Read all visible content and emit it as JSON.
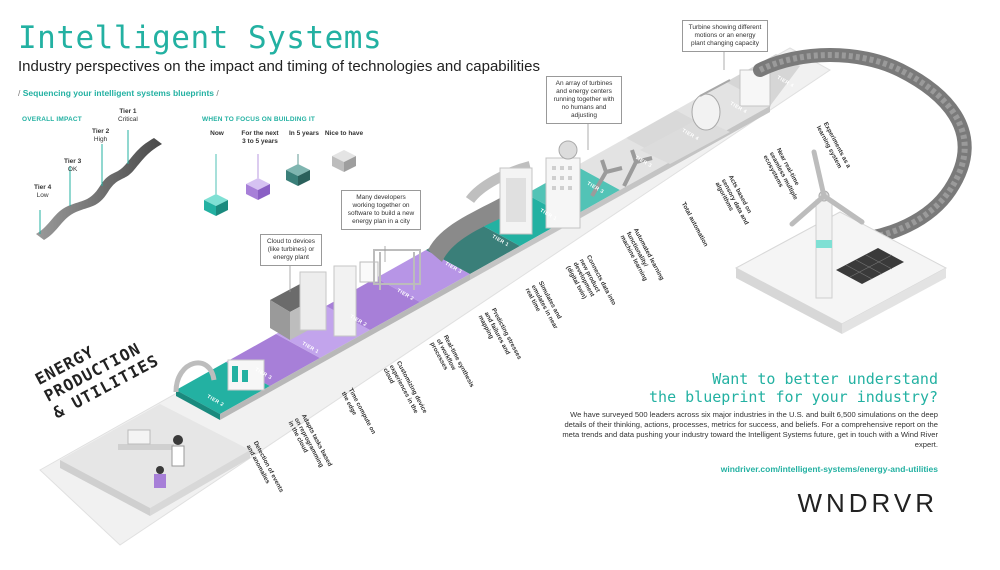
{
  "header": {
    "title": "Intelligent Systems",
    "subtitle": "Industry perspectives on the impact and timing of technologies and capabilities",
    "sequencing_prefix": "/",
    "sequencing": "Sequencing your intelligent systems blueprints",
    "sequencing_suffix": "/"
  },
  "legend": {
    "overall_impact_heading": "OVERALL IMPACT",
    "tiers": [
      {
        "name": "Tier 1",
        "desc": "Critical"
      },
      {
        "name": "Tier 2",
        "desc": "High"
      },
      {
        "name": "Tier 3",
        "desc": "OK"
      },
      {
        "name": "Tier 4",
        "desc": "Low"
      }
    ],
    "when_heading": "WHEN TO FOCUS ON BUILDING IT",
    "when": [
      {
        "label": "Now",
        "color": "#23b1a2"
      },
      {
        "label": "For the next\n3 to 5 years",
        "color": "#a77fd8"
      },
      {
        "label": "In 5 years",
        "color": "#3a7f79"
      },
      {
        "label": "Nice to have",
        "color": "#b8b8b8"
      }
    ]
  },
  "callouts": {
    "cloud": "Cloud to devices (like turbines) or energy plant",
    "developers": "Many developers working together on software to build a new energy plan in a city",
    "array": "An array of turbines and energy centers running together with no humans and adjusting",
    "turbine": "Turbine showing different motions or an energy plant changing capacity"
  },
  "industry": "ENERGY\nPRODUCTION\n& UTILITIES",
  "tier_tags": [
    "TIER 2",
    "TIER 3",
    "TIER 1",
    "TIER 2",
    "TIER 2",
    "TIER 3",
    "TIER 1",
    "TIER 1",
    "TIER 3",
    "TIER 3",
    "TIER 4",
    "TIER 4",
    "TIER 4"
  ],
  "milestones": [
    "Detection of events and anomalies",
    "Adapts tasks based on reprogramming in the cloud",
    "Time compute on the edge",
    "Customizing device experiences in the cloud",
    "Real-time synthesis of workflow processes",
    "Predicting stresses and failures and mapping",
    "Simulates and emulates in near real time",
    "Connects data into new product development (digital twin)",
    "Automated learning functionality/ machine learning",
    "Total automation",
    "Acts based on sensory data and algorithms",
    "Near real-time seamless multiple ecosystems",
    "Experiments as a learning system"
  ],
  "cta": {
    "question": "Want to better understand\nthe blueprint for your industry?",
    "body": "We have surveyed 500 leaders across six major industries in the U.S. and built 6,500 simulations on the deep details of their thinking, actions, processes, metrics for success, and beliefs. For a comprehensive report on the meta trends and data pushing your industry toward the Intelligent Systems future, get in touch with a Wind River expert.",
    "link": "windriver.com/intelligent-systems/energy-and-utilities",
    "logo": "WNDRVR"
  }
}
